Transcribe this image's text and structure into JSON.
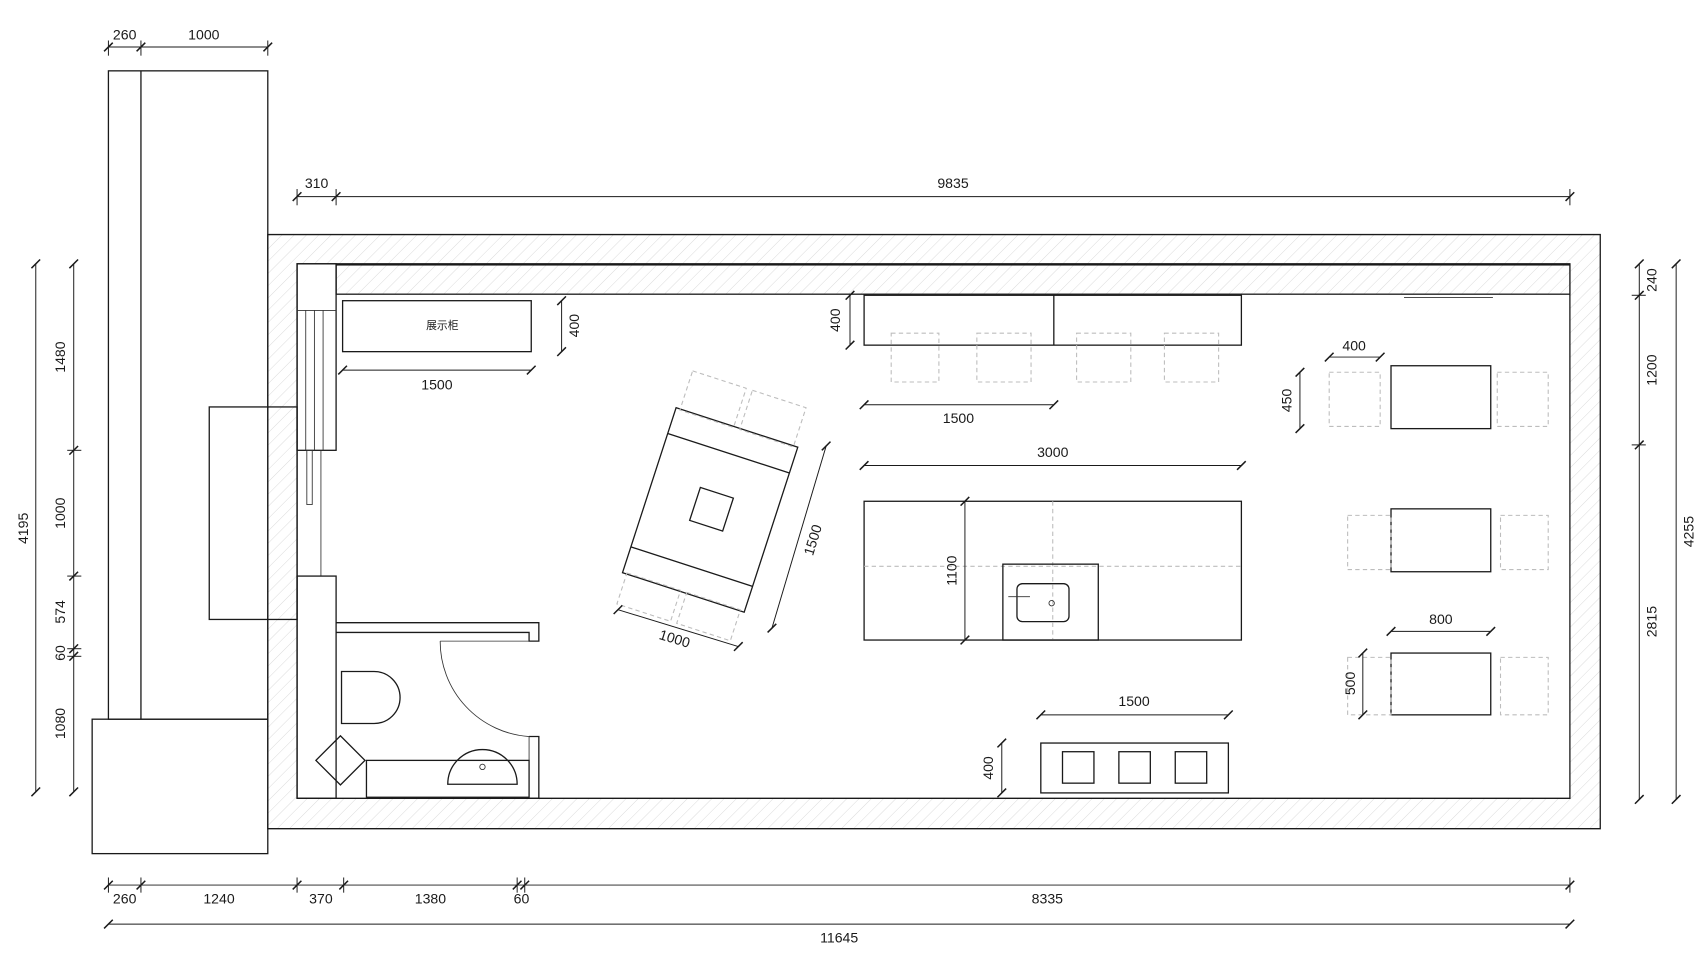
{
  "labels": {
    "display_cabinet": "展示柜"
  },
  "dimensions": {
    "top_left_a": "260",
    "top_left_b": "1000",
    "top_main_a": "310",
    "top_main_b": "9835",
    "left_total": "4195",
    "left_seg_1": "1480",
    "left_seg_2": "1000",
    "left_seg_3": "574",
    "left_seg_4": "60",
    "left_seg_5": "1080",
    "right_total": "4255",
    "right_seg_1": "240",
    "right_seg_2": "1200",
    "right_seg_3": "2815",
    "bottom_seg_1": "260",
    "bottom_seg_2": "1240",
    "bottom_seg_3": "370",
    "bottom_seg_4": "1380",
    "bottom_seg_5": "60",
    "bottom_seg_6": "8335",
    "bottom_total": "11645",
    "cabinet_width": "1500",
    "cabinet_depth": "400",
    "counter_depth": "400",
    "counter_width": "1500",
    "island_width": "3000",
    "island_depth": "1100",
    "sofa_length": "1500",
    "sofa_width": "1000",
    "bench_width": "1500",
    "bench_depth": "400",
    "stool_width": "400",
    "stool_depth": "450",
    "table_width": "800",
    "table_depth": "500"
  }
}
